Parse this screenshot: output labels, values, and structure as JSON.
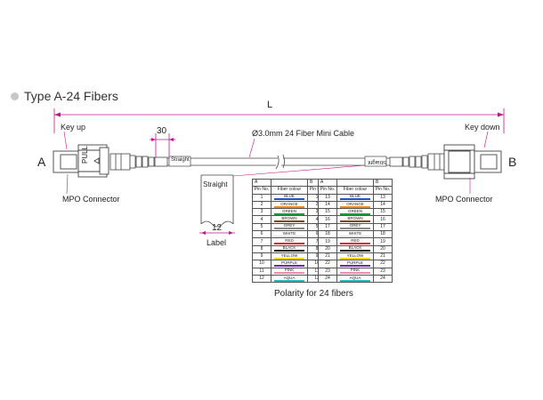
{
  "heading": "Type A-24 Fibers",
  "length_label": "L",
  "dim_30": "30",
  "dim_12": "12",
  "cable_label": "Ø3.0mm 24 Fiber Mini Cable",
  "end_a": "A",
  "end_b": "B",
  "key_up": "Key up",
  "key_down": "Key down",
  "mpo_left": "MPO Connector",
  "mpo_right": "MPO Connector",
  "pull_text": "PULL",
  "label_on_cable": "Straight",
  "label_detail": {
    "text": "Straight",
    "caption": "Label"
  },
  "polarity": {
    "caption": "Polarity for 24 fibers",
    "headers": {
      "a": "A",
      "b": "B",
      "pin": "Pin No.",
      "colour": "Fiber colour"
    },
    "left_rows": [
      {
        "pin": "1",
        "colour": "BLUE",
        "hex": "#1f4fc4",
        "b": "1"
      },
      {
        "pin": "2",
        "colour": "ORANGE",
        "hex": "#f08a1c",
        "b": "2"
      },
      {
        "pin": "3",
        "colour": "GREEN",
        "hex": "#1f9a3a",
        "b": "3"
      },
      {
        "pin": "4",
        "colour": "BROWN",
        "hex": "#7a4a1e",
        "b": "4"
      },
      {
        "pin": "5",
        "colour": "GREY",
        "hex": "#8a8a8a",
        "b": "5"
      },
      {
        "pin": "6",
        "colour": "WHITE",
        "hex": "#e6e6e6",
        "b": "6"
      },
      {
        "pin": "7",
        "colour": "RED",
        "hex": "#d8202a",
        "b": "7"
      },
      {
        "pin": "8",
        "colour": "BLACK",
        "hex": "#111111",
        "b": "8"
      },
      {
        "pin": "9",
        "colour": "YELLOW",
        "hex": "#f2d31c",
        "b": "9"
      },
      {
        "pin": "10",
        "colour": "PURPLE",
        "hex": "#6a2aa0",
        "b": "10"
      },
      {
        "pin": "11",
        "colour": "PINK",
        "hex": "#f08ab0",
        "b": "11"
      },
      {
        "pin": "12",
        "colour": "AQUA",
        "hex": "#2ab8c0",
        "b": "12"
      }
    ],
    "right_rows": [
      {
        "pin": "13",
        "colour": "BLUE",
        "hex": "#1f4fc4",
        "b": "13"
      },
      {
        "pin": "14",
        "colour": "ORANGE",
        "hex": "#f08a1c",
        "b": "14"
      },
      {
        "pin": "15",
        "colour": "GREEN",
        "hex": "#1f9a3a",
        "b": "15"
      },
      {
        "pin": "16",
        "colour": "BROWN",
        "hex": "#7a4a1e",
        "b": "16"
      },
      {
        "pin": "17",
        "colour": "GREY",
        "hex": "#8a8a8a",
        "b": "17"
      },
      {
        "pin": "18",
        "colour": "WHITE",
        "hex": "#e6e6e6",
        "b": "18"
      },
      {
        "pin": "19",
        "colour": "RED",
        "hex": "#d8202a",
        "b": "19"
      },
      {
        "pin": "20",
        "colour": "BLACK",
        "hex": "#111111",
        "b": "20"
      },
      {
        "pin": "21",
        "colour": "YELLOW",
        "hex": "#f2d31c",
        "b": "21"
      },
      {
        "pin": "22",
        "colour": "PURPLE",
        "hex": "#6a2aa0",
        "b": "22"
      },
      {
        "pin": "23",
        "colour": "PINK",
        "hex": "#f08ab0",
        "b": "23"
      },
      {
        "pin": "24",
        "colour": "AQUA",
        "hex": "#2ab8c0",
        "b": "24"
      }
    ]
  },
  "colors": {
    "dimension": "#c0168a",
    "line": "#333333"
  }
}
